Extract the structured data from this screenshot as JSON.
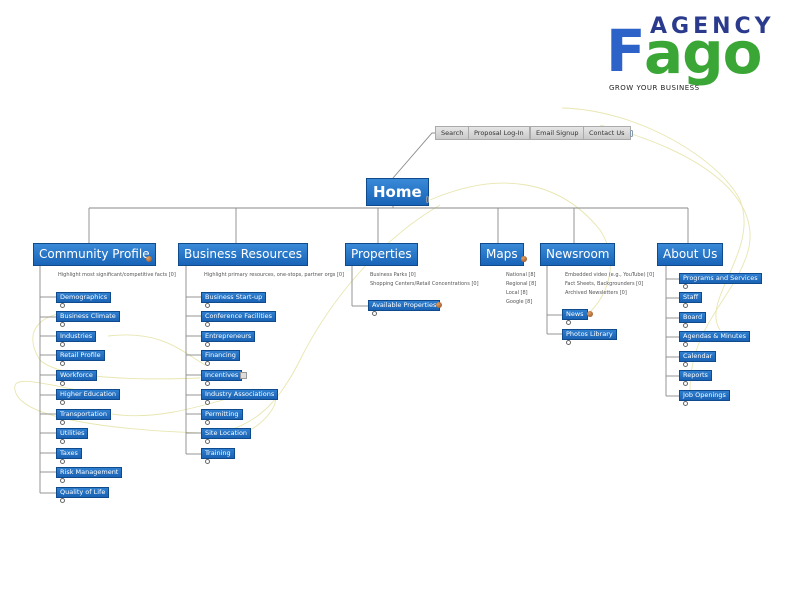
{
  "brand": {
    "word": "AGENCY",
    "logo_f": "F",
    "logo_rest": "ago",
    "tagline": "GROW YOUR BUSINESS"
  },
  "utility_nav": [
    "Search",
    "Proposal Log-In",
    "Email Signup",
    "Contact Us"
  ],
  "home": "Home",
  "sections": {
    "community": {
      "label": "Community Profile",
      "note": "Highlight most significant/competitive facts [0]",
      "items": [
        "Demographics",
        "Business Climate",
        "Industries",
        "Retail Profile",
        "Workforce",
        "Higher Education",
        "Transportation",
        "Utilities",
        "Taxes",
        "Risk Management",
        "Quality of Life"
      ]
    },
    "business": {
      "label": "Business Resources",
      "note": "Highlight primary resources, one-stops, partner orgs [0]",
      "items": [
        "Business Start-up",
        "Conference Facilities",
        "Entrepreneurs",
        "Financing",
        "Incentives",
        "Industry Associations",
        "Permitting",
        "Site Location",
        "Training"
      ]
    },
    "properties": {
      "label": "Properties",
      "notes": [
        "Business Parks [0]",
        "Shopping Centers/Retail Concentrations [0]"
      ],
      "items": [
        "Available Properties"
      ]
    },
    "maps": {
      "label": "Maps",
      "notes": [
        "National [8]",
        "Regional [8]",
        "Local [8]",
        "Google [8]"
      ]
    },
    "newsroom": {
      "label": "Newsroom",
      "notes": [
        "Embedded video (e.g., YouTube) [0]",
        "Fact Sheets, Backgrounders [0]",
        "Archived Newsletters [0]"
      ],
      "items": [
        "News",
        "Photos Library"
      ]
    },
    "about": {
      "label": "About Us",
      "items": [
        "Programs and Services",
        "Staff",
        "Board",
        "Agendas & Minutes",
        "Calendar",
        "Reports",
        "Job Openings"
      ]
    }
  }
}
